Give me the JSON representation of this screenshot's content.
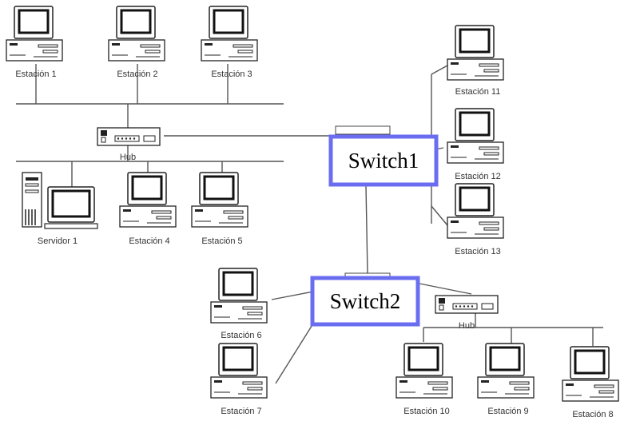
{
  "stations": {
    "s1": "Estación 1",
    "s2": "Estación 2",
    "s3": "Estación 3",
    "s4": "Estación 4",
    "s5": "Estación 5",
    "s6": "Estación 6",
    "s7": "Estación 7",
    "s8": "Estación 8",
    "s9": "Estación 9",
    "s10": "Estación 10",
    "s11": "Estación 11",
    "s12": "Estación 12",
    "s13": "Estación 13"
  },
  "server": "Servidor 1",
  "hubs": {
    "hub1": "Hub",
    "hub2": "Hub"
  },
  "switches": {
    "switch1": "Switch1",
    "switch2": "Switch2"
  },
  "colors": {
    "switch_border": "#6b6df0",
    "line": "#555555",
    "device": "#222222"
  }
}
